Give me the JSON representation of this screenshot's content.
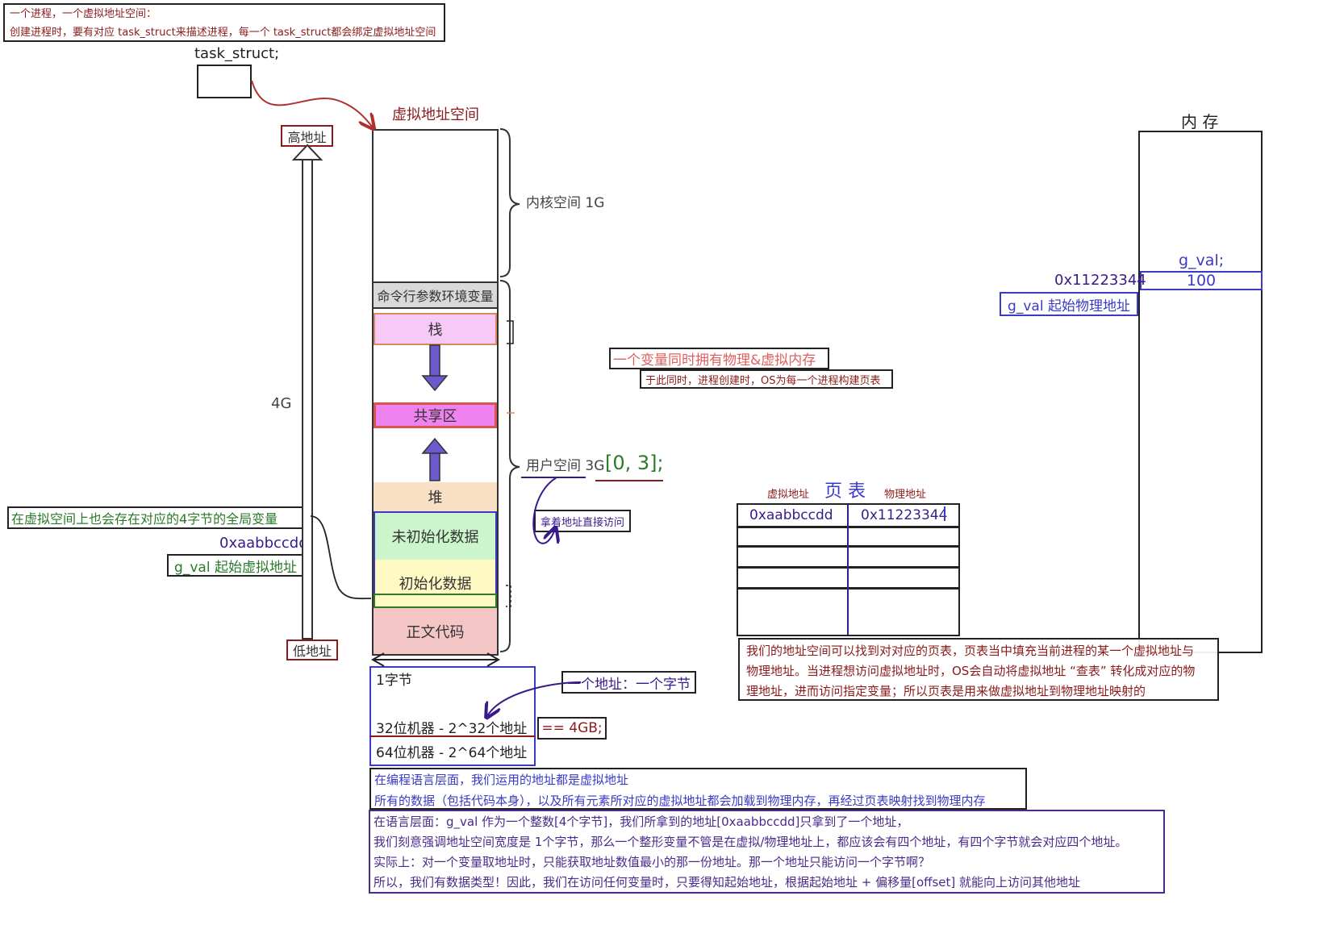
{
  "top_note": {
    "line1": "一个进程，一个虚拟地址空间：",
    "line2": "创建进程时，要有对应 task_struct来描述进程，每一个 task_struct都会绑定虚拟地址空间"
  },
  "task_struct_label": "task_struct;",
  "vas_title": "虚拟地址空间",
  "high_addr": "高地址",
  "low_addr": "低地址",
  "size_4g": "4G",
  "segments": {
    "cmdline_env": "命令行参数环境变量",
    "stack": "栈",
    "shared": "共享区",
    "heap": "堆",
    "bss": "未初始化数据",
    "data": "初始化数据",
    "text": "正文代码"
  },
  "kernel_space": "内核空间 1G",
  "user_space": "用户空间 3G",
  "user_range": "[0, 3];",
  "direct_access": "拿着地址直接访问",
  "global_var_note": "在虚拟空间上也会存在对应的4字节的全局变量",
  "virt_addr_value": "0xaabbccdd",
  "g_val_virt_label": "g_val 起始虚拟地址",
  "byte_box": {
    "one_byte": "1字节",
    "bit32": "32位机器 - 2^32个地址",
    "bit64": "64位机器 - 2^64个地址",
    "eq4gb": "== 4GB;"
  },
  "one_addr_one_byte": "一个地址：一个字节",
  "var_both_mem": "一个变量同时拥有物理&虚拟内存",
  "page_table_note": "于此同时，进程创建时，OS为每一个进程构建页表",
  "page_table": {
    "title": "页 表",
    "virt_header": "虚拟地址",
    "phys_header": "物理地址",
    "row_virt": "0xaabbccdd",
    "row_phys": "0x11223344"
  },
  "memory": {
    "title": "内 存",
    "g_val": "g_val;",
    "value": "100",
    "phys_addr": "0x11223344",
    "g_val_phys_label": "g_val 起始物理地址"
  },
  "page_table_explain": {
    "line1": "我们的地址空间可以找到对对应的页表，页表当中填充当前进程的某一个虚拟地址与",
    "line2": "物理地址。当进程想访问虚拟地址时，OS会自动将虚拟地址 “查表” 转化成对应的物",
    "line3": "理地址，进而访问指定变量；所以页表是用来做虚拟地址到物理地址映射的"
  },
  "lang_note": {
    "line1": "在编程语言层面，我们运用的地址都是虚拟地址",
    "line2": "所有的数据（包括代码本身），以及所有元素所对应的虚拟地址都会加载到物理内存，再经过页表映射找到物理内存"
  },
  "purple_note": {
    "line1": "在语言层面：g_val 作为一个整数[4个字节]，我们所拿到的地址[0xaabbccdd]只拿到了一个地址，",
    "line2": "我们刻意强调地址空间宽度是 1个字节，那么一个整形变量不管是在虚拟/物理地址上，都应该会有四个地址，有四个字节就会对应四个地址。",
    "line3": "实际上：对一个变量取地址时，只能获取地址数值最小的那一份地址。那一个地址只能访问一个字节啊？",
    "line4": "所以，我们有数据类型！因此，我们在访问任何变量时，只要得知起始地址，根据起始地址 + 偏移量[offset] 就能向上访问其他地址"
  },
  "colors": {
    "dark_red": "#8b1a1a",
    "purple": "#3a1a8a",
    "blue": "#3a3ac8",
    "green": "#2a7a2a",
    "cmd_bg": "#d9d9d9",
    "stack_bg": "#f7c9f7",
    "shared_bg": "#ee82ee",
    "heap_bg": "#f9dfc4",
    "bss_bg": "#ccf5cc",
    "data_bg": "#fff9c4",
    "text_bg": "#f5c6c6"
  }
}
